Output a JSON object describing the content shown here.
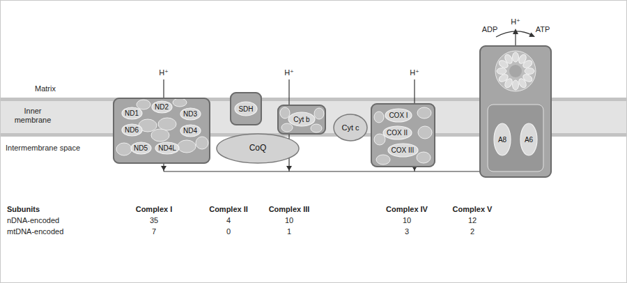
{
  "diagram": {
    "nodes": [
      {
        "text": []
      },
      {
        "text": [
          "ND1"
        ],
        "in": 0
      },
      {
        "text": [
          "ND2"
        ],
        "in": 0
      },
      {
        "text": [
          "ND3"
        ],
        "in": 0
      },
      {
        "text": [
          "ND6"
        ],
        "in": 0
      },
      {
        "text": [
          "ND4"
        ],
        "in": 0
      },
      {
        "text": [
          "ND5"
        ],
        "in": 0
      },
      {
        "text": [
          "ND4L"
        ],
        "in": 0
      },
      {
        "text": []
      },
      {
        "text": [
          "SDH"
        ],
        "in": 8
      },
      {
        "text": [
          "CoQ"
        ]
      },
      {
        "text": []
      },
      {
        "text": [
          "Cyt b"
        ],
        "in": 11
      },
      {
        "text": [
          "Cyt c"
        ]
      },
      {
        "text": []
      },
      {
        "text": [
          "COX I"
        ],
        "in": 14
      },
      {
        "text": [
          "COX II"
        ],
        "in": 14
      },
      {
        "text": [
          "COX III"
        ],
        "in": 14
      },
      {
        "text": []
      },
      {
        "text": [
          "A8"
        ],
        "in": 18
      },
      {
        "text": [
          "A6"
        ],
        "in": 18
      }
    ],
    "labels": [
      "ADP",
      "H⁺",
      "ATP",
      "H⁺",
      "H⁺",
      "H⁺",
      "Matrix",
      "Inner membrane",
      "Intermembrane space",
      "Subunits",
      "Complex I",
      "Complex II",
      "Complex III",
      "Complex IV",
      "Complex V",
      "nDNA-encoded",
      "35",
      "4",
      "10",
      "10",
      "12",
      "mtDNA-encoded",
      "7",
      "0",
      "1",
      "3",
      "2"
    ]
  }
}
